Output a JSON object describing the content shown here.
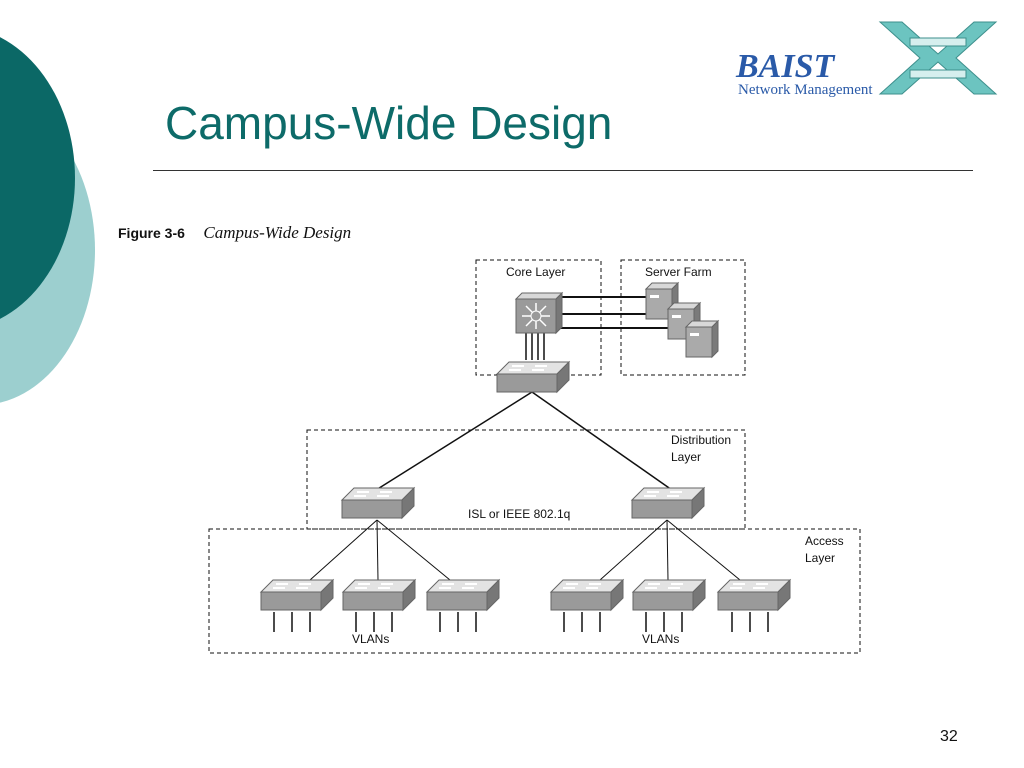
{
  "slide": {
    "title": "Campus-Wide Design",
    "page_number": "32"
  },
  "logo": {
    "name": "BAIST",
    "subtitle": "Network Management"
  },
  "figure": {
    "number": "Figure 3-6",
    "caption": "Campus-Wide Design",
    "labels": {
      "core": "Core Layer",
      "server": "Server Farm",
      "dist1": "Distribution",
      "dist2": "Layer",
      "access1": "Access",
      "access2": "Layer",
      "trunk": "ISL or IEEE 802.1q",
      "vlans_left": "VLANs",
      "vlans_right": "VLANs"
    }
  },
  "colors": {
    "teal_dark": "#0b6866",
    "teal_light": "#9ccfcf",
    "title": "#0d6b69",
    "logo_blue": "#2a5aa8",
    "logo_teal": "#6cc4c0"
  }
}
